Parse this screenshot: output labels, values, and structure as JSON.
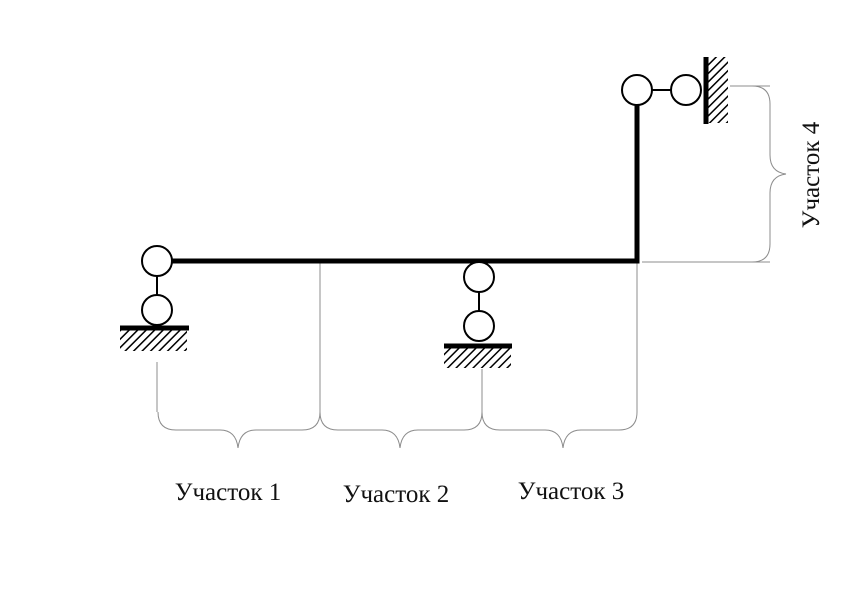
{
  "diagram": {
    "section_labels": [
      "Участок 1",
      "Участок 2",
      "Участок 3",
      "Участок 4"
    ],
    "colors": {
      "frame": "#000000",
      "dimension_lines": "#8c8c8c",
      "hinge_fill": "#ffffff"
    }
  }
}
